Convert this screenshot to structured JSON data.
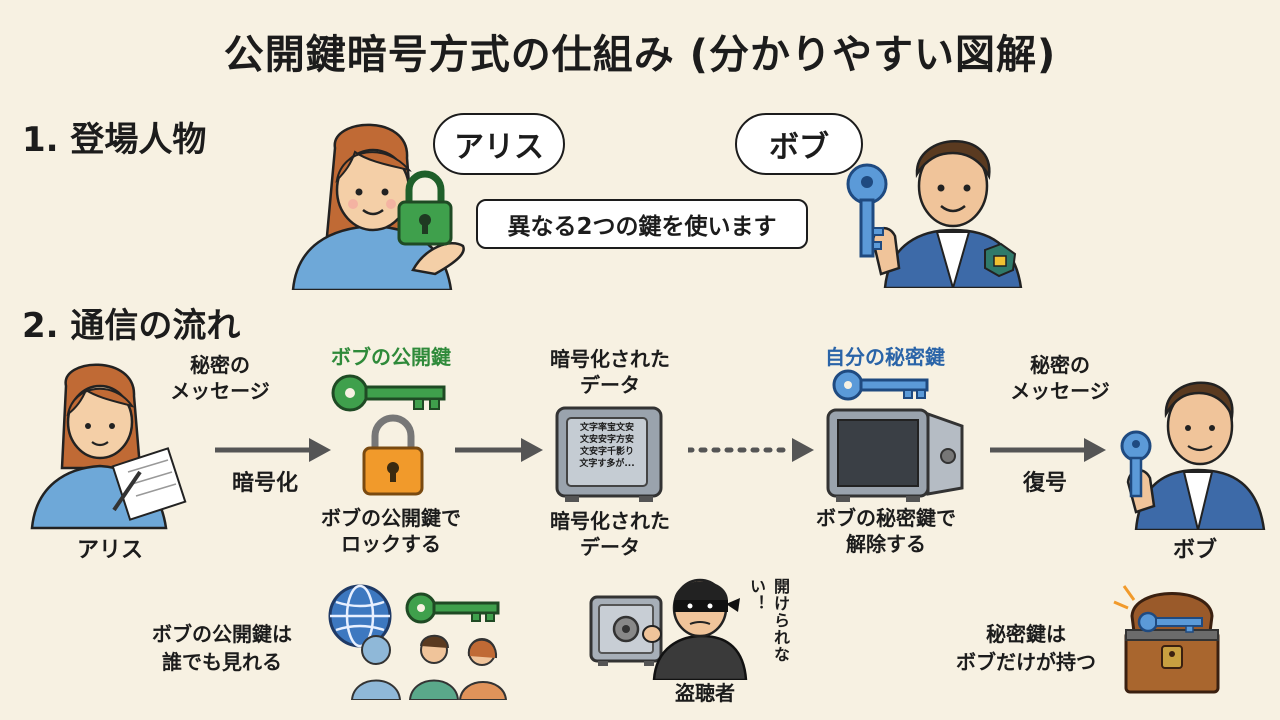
{
  "title": "公開鍵暗号方式の仕組み (分かりやすい図解)",
  "section1": {
    "heading": "1. 登場人物",
    "alice_bubble": "アリス",
    "bob_bubble": "ボブ",
    "note": "異なる2つの鍵を使います"
  },
  "section2": {
    "heading": "2. 通信の流れ",
    "alice_message": "秘密の\nメッセージ",
    "alice_name": "アリス",
    "encrypt_label": "暗号化",
    "public_key_title": "ボブの公開鍵",
    "lock_caption": "ボブの公開鍵で\nロックする",
    "encrypted_top": "暗号化された\nデータ",
    "encrypted_bottom": "暗号化された\nデータ",
    "safe_screen": [
      "文字率宝文安",
      "文安安字方安",
      "文安字千影り",
      "文字す多が..."
    ],
    "private_key_title": "自分の秘密鍵",
    "unlock_caption": "ボブの秘密鍵で\n解除する",
    "decrypt_label": "復号",
    "bob_message": "秘密の\nメッセージ",
    "bob_name": "ボブ"
  },
  "bottom": {
    "public_note": "ボブの公開鍵は\n誰でも見れる",
    "eavesdropper": "盗聴者",
    "thief_speech": "開けられない！",
    "private_note": "秘密鍵は\nボブだけが持つ"
  },
  "colors": {
    "background": "#f7f1e2",
    "green": "#2f8a3a",
    "blue": "#2a64a8",
    "lock_orange": "#f19a2b",
    "bob_jacket": "#3d6aa8",
    "alice_sweater": "#6ea8d8"
  }
}
